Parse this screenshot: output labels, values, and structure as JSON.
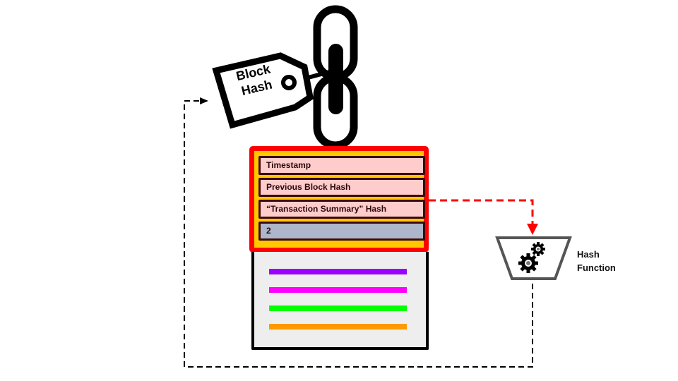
{
  "tag": {
    "line1": "Block",
    "line2": "Hash"
  },
  "header": {
    "fields": [
      {
        "label": "Timestamp"
      },
      {
        "label": "Previous Block Hash"
      },
      {
        "label": "“Transaction Summary” Hash"
      },
      {
        "label": "2"
      }
    ]
  },
  "transactions": {
    "line_colors": [
      "#9900FF",
      "#FF00FF",
      "#00FF00",
      "#FF9900"
    ]
  },
  "hash_function": {
    "line1": "Hash",
    "line2": "Function",
    "icon": "gears-icon"
  },
  "colors": {
    "header_border": "#FF0000",
    "header_fill": "#FFC800",
    "field_fill": "#FFCCCC",
    "nonce_fill": "#ADB6CB",
    "arrow_red": "#FF0000",
    "arrow_black": "#000000",
    "body_fill": "#EEEEEE"
  }
}
